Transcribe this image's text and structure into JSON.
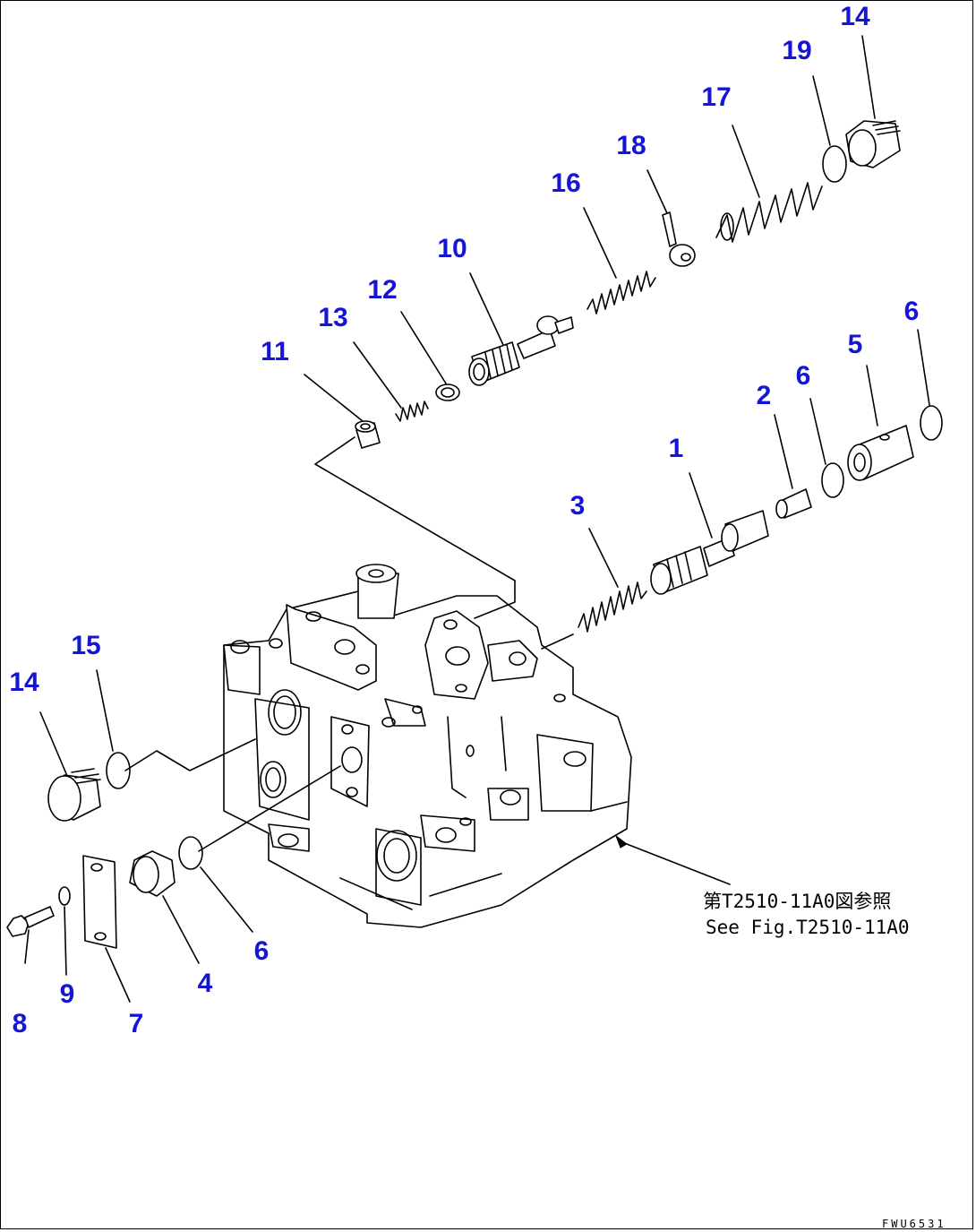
{
  "callouts": {
    "c1": "1",
    "c2": "2",
    "c3": "3",
    "c4": "4",
    "c5": "5",
    "c6a": "6",
    "c6b": "6",
    "c6c": "6",
    "c7": "7",
    "c8": "8",
    "c9": "9",
    "c10": "10",
    "c11": "11",
    "c12": "12",
    "c13": "13",
    "c14a": "14",
    "c14b": "14",
    "c15": "15",
    "c16": "16",
    "c17": "17",
    "c18": "18",
    "c19": "19"
  },
  "reference": {
    "line1": "第T2510-11A0図参照",
    "line2": "See Fig.T2510-11A0"
  },
  "drawing_id": "FWU6531",
  "colors": {
    "callout": "#1515d6",
    "line": "#000000"
  }
}
